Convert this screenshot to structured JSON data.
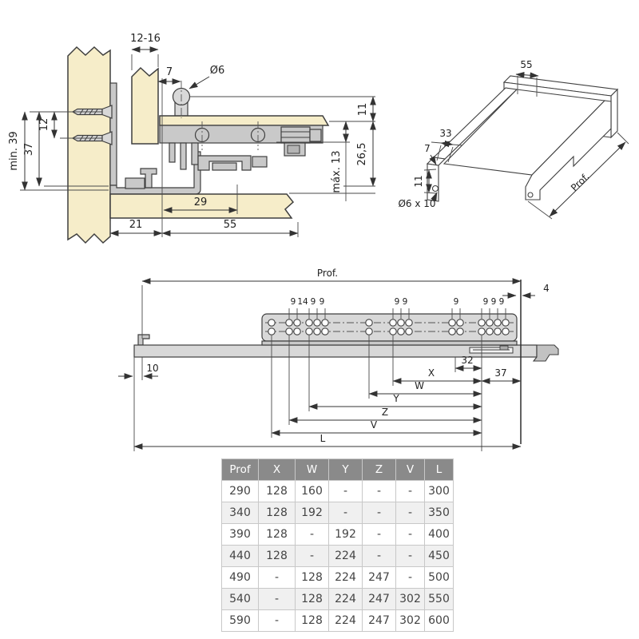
{
  "colors": {
    "wood": "#f6edc9",
    "metal_light": "#d8d8d8",
    "metal_mid": "#c9c9c9",
    "outline": "#3f3f3f",
    "table_header_bg": "#8a8a8a",
    "table_header_text": "#ffffff",
    "table_row_alt": "#f0f0f0"
  },
  "section_view": {
    "dims": {
      "panel_thickness": "12-16",
      "front_offset": "7",
      "pin_diameter": "Ø6",
      "screw_spacing": "12",
      "height_37": "37",
      "min_height": "min. 39",
      "top_gap": "11",
      "max_adjust": "máx. 13",
      "bottom_height": "26,5",
      "dim_29": "29",
      "dim_21": "21",
      "dim_55": "55"
    }
  },
  "iso_view": {
    "dims": {
      "catch_width": "55",
      "front_width": "33",
      "edge_offset": "7",
      "hole_height": "11",
      "hole_spec": "Ø6 x 10",
      "depth_label": "Prof."
    }
  },
  "side_view": {
    "dims": {
      "depth_label": "Prof.",
      "back_gap": "4",
      "holes_a": [
        "9",
        "14",
        "9",
        "9"
      ],
      "holes_b": [
        "9",
        "9"
      ],
      "holes_c": [
        "9"
      ],
      "holes_d": [
        "9",
        "9",
        "9"
      ],
      "front_offset": "10",
      "latch_span": "32",
      "rear_span": "37",
      "x": "X",
      "w": "W",
      "y": "Y",
      "z": "Z",
      "v": "V",
      "l": "L"
    }
  },
  "table": {
    "headers": [
      "Prof",
      "X",
      "W",
      "Y",
      "Z",
      "V",
      "L"
    ],
    "rows": [
      [
        "290",
        "128",
        "160",
        "-",
        "-",
        "-",
        "300"
      ],
      [
        "340",
        "128",
        "192",
        "-",
        "-",
        "-",
        "350"
      ],
      [
        "390",
        "128",
        "-",
        "192",
        "-",
        "-",
        "400"
      ],
      [
        "440",
        "128",
        "-",
        "224",
        "-",
        "-",
        "450"
      ],
      [
        "490",
        "-",
        "128",
        "224",
        "247",
        "-",
        "500"
      ],
      [
        "540",
        "-",
        "128",
        "224",
        "247",
        "302",
        "550"
      ],
      [
        "590",
        "-",
        "128",
        "224",
        "247",
        "302",
        "600"
      ]
    ]
  }
}
